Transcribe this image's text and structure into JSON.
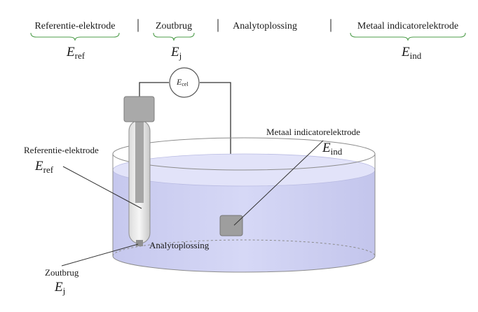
{
  "header": {
    "segments": [
      {
        "label": "Referentie-elektrode",
        "symbol": "E",
        "subscript": "ref"
      },
      {
        "label": "Zoutbrug",
        "symbol": "E",
        "subscript": "j"
      },
      {
        "label": "Analytoplossing"
      },
      {
        "label": "Metaal indicatorelektrode",
        "symbol": "E",
        "subscript": "ind"
      }
    ],
    "separator": "|"
  },
  "meter": {
    "symbol": "E",
    "subscript": "cel"
  },
  "callouts": {
    "indicator": {
      "label": "Metaal indicatorelektrode",
      "symbol": "E",
      "subscript": "ind"
    },
    "reference": {
      "label": "Referentie-elektrode",
      "symbol": "E",
      "subscript": "ref"
    },
    "solution": {
      "label": "Analytoplossing"
    },
    "salt_bridge": {
      "label": "Zoutbrug",
      "symbol": "E",
      "subscript": "j"
    }
  },
  "colors": {
    "brace": "#4d9c4a",
    "solution": "#c9cbee",
    "electrode_block": "#a9a9a9",
    "wire": "#333333"
  }
}
